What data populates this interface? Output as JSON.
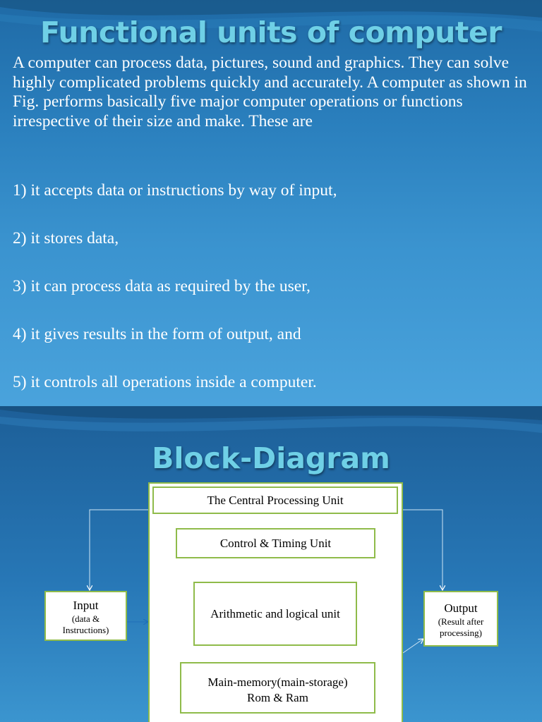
{
  "slide1": {
    "title": "Functional units of computer",
    "intro": "A computer can process data, pictures, sound and graphics. They can solve highly complicated problems quickly and accurately. A computer as shown in Fig.  performs basically five major computer operations or functions irrespective of their size and make. These are",
    "points": [
      "1) it accepts data or instructions by way of input,",
      "2) it stores data,",
      "3) it can process data as required by the user,",
      "4) it gives results in the form of output, and",
      "5) it controls all operations inside a computer."
    ]
  },
  "slide2": {
    "title": "Block-Diagram",
    "diagram": {
      "cpu": "The Central Processing Unit",
      "control": "Control & Timing Unit",
      "alu": "Arithmetic and logical unit",
      "memory_line1": "Main-memory(main-storage)",
      "memory_line2": "Rom & Ram",
      "input_label": "Input",
      "input_sub": "(data & Instructions)",
      "output_label": "Output",
      "output_sub": "(Result after processing)"
    }
  },
  "colors": {
    "title": "#6fd0e6",
    "background_dark": "#1b5d93",
    "background_light": "#4aa3dc",
    "box_border": "#8fbb4a",
    "connector": "#9fd0f0"
  }
}
